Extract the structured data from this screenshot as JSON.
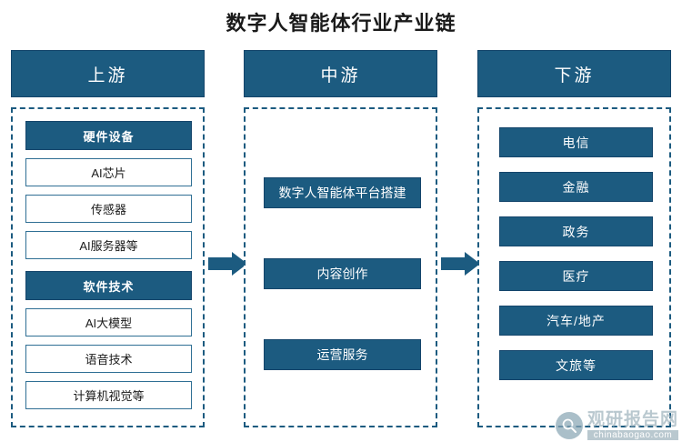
{
  "title": "数字人智能体行业产业链",
  "columns": [
    {
      "id": "upstream",
      "header": "上游",
      "groups": [
        {
          "label": "硬件设备",
          "style": "filled",
          "items": [
            "AI芯片",
            "传感器",
            "AI服务器等"
          ]
        },
        {
          "label": "软件技术",
          "style": "filled",
          "items": [
            "AI大模型",
            "语音技术",
            "计算机视觉等"
          ]
        }
      ]
    },
    {
      "id": "midstream",
      "header": "中游",
      "items": [
        "数字人智能体平台搭建",
        "内容创作",
        "运营服务"
      ]
    },
    {
      "id": "downstream",
      "header": "下游",
      "items": [
        "电信",
        "金融",
        "政务",
        "医疗",
        "汽车/地产",
        "文旅等"
      ]
    }
  ],
  "arrows": [
    "arrow-right",
    "arrow-right"
  ],
  "watermark": {
    "icon": "search-icon",
    "main": "观研报告网",
    "sub": "chinabaogao.com"
  },
  "colors": {
    "primary": "#1c5b80",
    "border": "#14456b",
    "outline": "#2f6f94",
    "text": "#1a1a1a"
  }
}
